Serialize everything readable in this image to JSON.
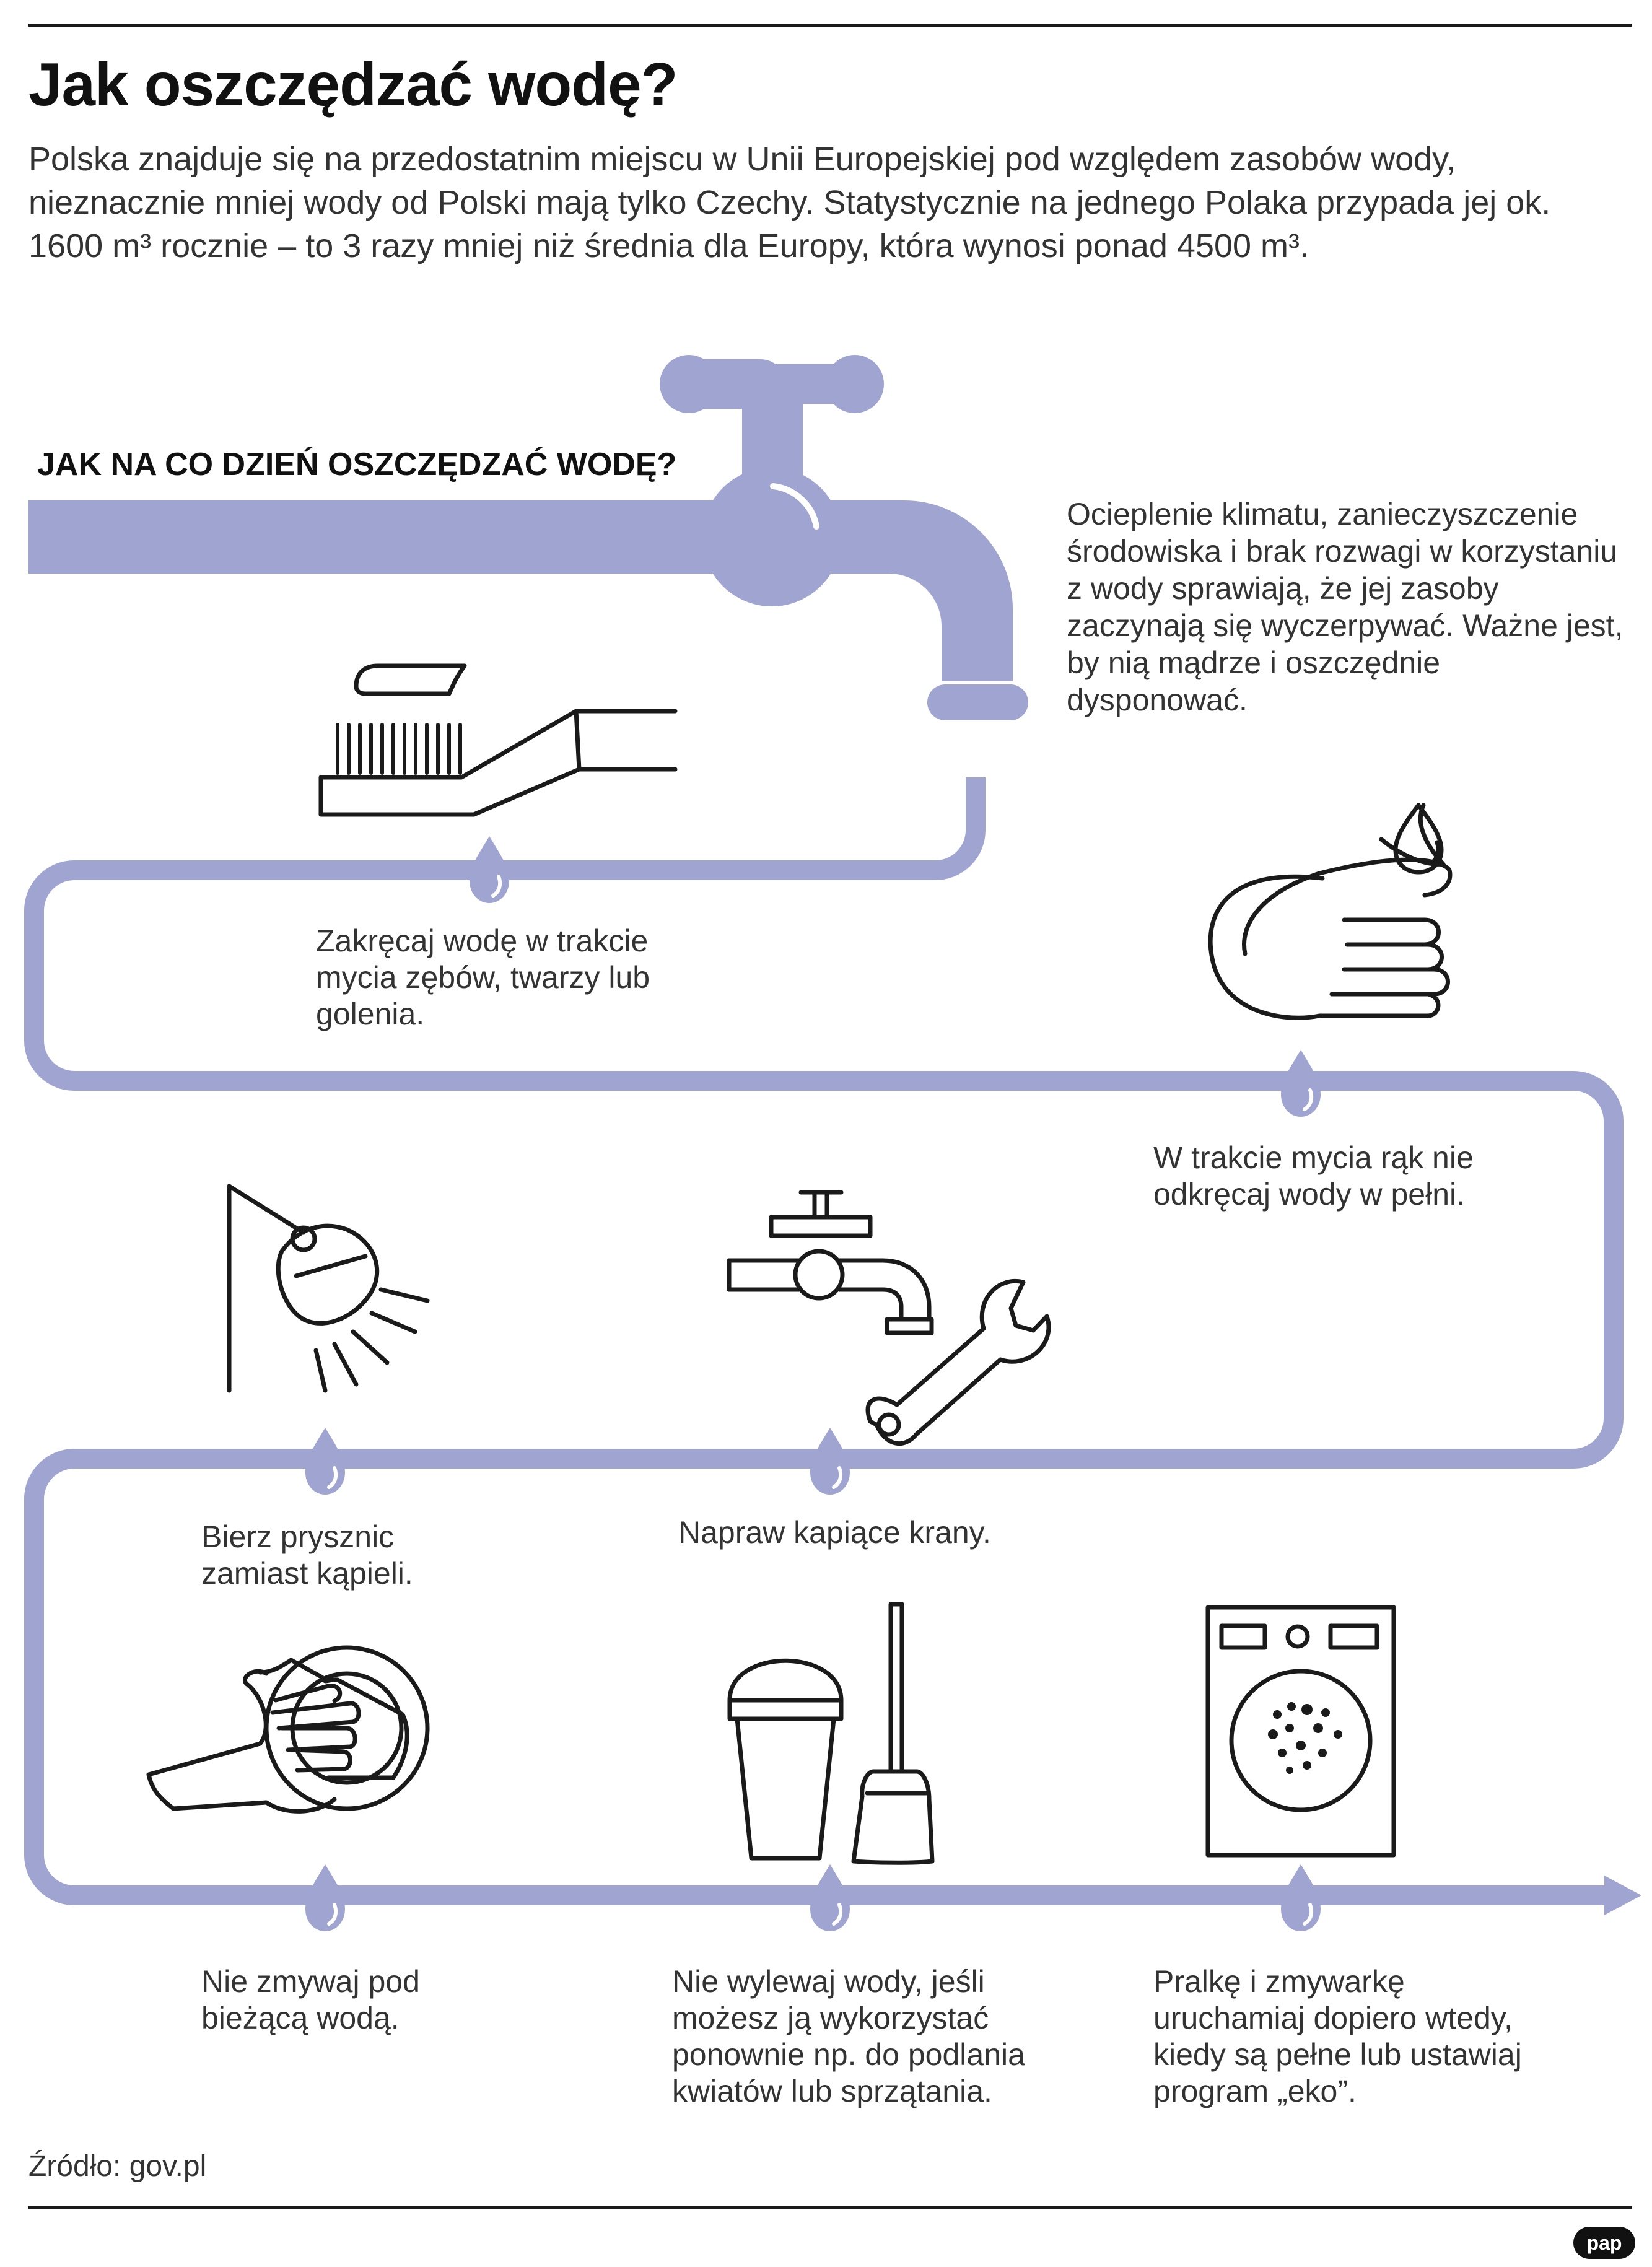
{
  "title": "Jak oszczędzać wodę?",
  "intro": "Polska znajduje się na przedostatnim miejscu w Unii Europejskiej pod względem zasobów wody, nieznacznie mniej wody od Polski mają tylko Czechy. Statystycznie na jednego Polaka przypada jej ok. 1600 m³ rocznie – to  3 razy mniej niż średnia dla Europy, która wynosi ponad 4500 m³.",
  "subheading": "JAK NA CO DZIEŃ OSZCZĘDZAĆ WODĘ?",
  "climate_text": "Ocieplenie klimatu, zanieczyszczenie środowiska i brak rozwagi w korzystaniu z wody sprawiają, że jej zasoby zaczynają się wyczerpywać. Ważne jest, by nią mądrze i oszczędnie dysponować.",
  "tips": {
    "brush": "Zakręcaj wodę w trakcie mycia zębów, twarzy lub golenia.",
    "hands": "W trakcie mycia rąk nie odkręcaj wody w pełni.",
    "shower": "Bierz prysznic zamiast kąpieli.",
    "tap": "Napraw kapiące krany.",
    "dishes": "Nie zmywaj pod bieżącą wodą.",
    "bucket": "Nie wylewaj wody, jeśli możesz ją wykorzystać ponownie np. do podlania kwiatów lub sprzątania.",
    "washer": "Pralkę i zmywarkę uruchamiaj dopiero wtedy, kiedy są pełne lub ustawiaj program „eko”."
  },
  "source": "Źródło: gov.pl",
  "logo": "pap",
  "icons": [
    "faucet-icon",
    "toothbrush-icon",
    "hand-water-drop-icon",
    "shower-icon",
    "tap-wrench-icon",
    "hand-washing-plate-icon",
    "bucket-mop-icon",
    "washing-machine-icon",
    "water-drop-icon",
    "arrow-right-icon"
  ],
  "colors": {
    "accent": "#9fa4d1",
    "text": "#333333",
    "line": "#1a1a1a"
  }
}
